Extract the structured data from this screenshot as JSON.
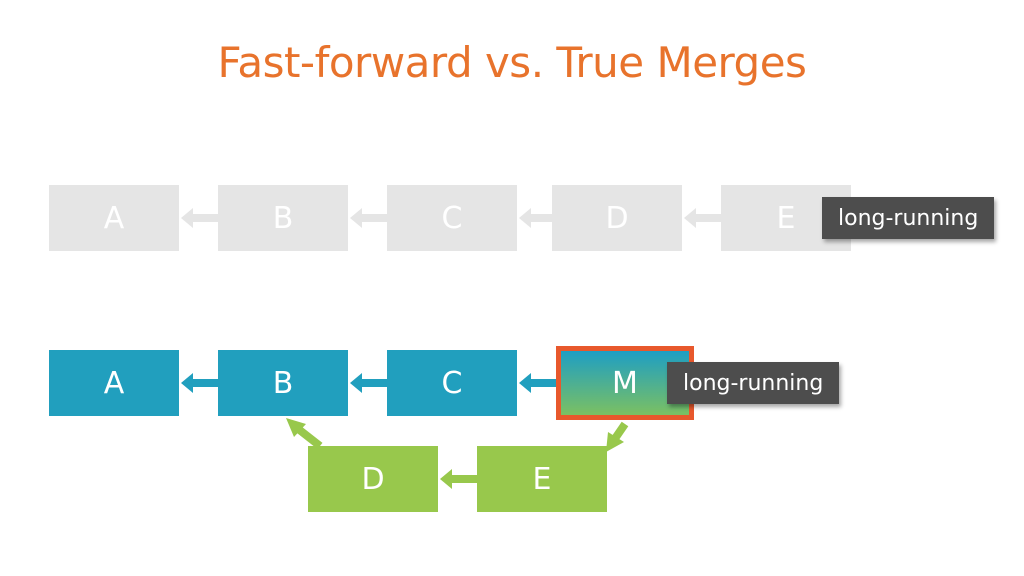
{
  "title": "Fast-forward vs. True Merges",
  "colors": {
    "title": "#E8732C",
    "inactive": "#E5E5E5",
    "main_branch": "#219FBE",
    "feature_branch": "#98C84C",
    "merge_border": "#E8582C",
    "tag_bg": "#4D4D4D"
  },
  "top_row": {
    "commits": [
      "A",
      "B",
      "C",
      "D",
      "E"
    ],
    "branch_label": "long-running"
  },
  "bottom_row": {
    "main_commits": [
      "A",
      "B",
      "C"
    ],
    "merge_commit": "M",
    "feature_commits": [
      "D",
      "E"
    ],
    "branch_label": "long-running"
  }
}
